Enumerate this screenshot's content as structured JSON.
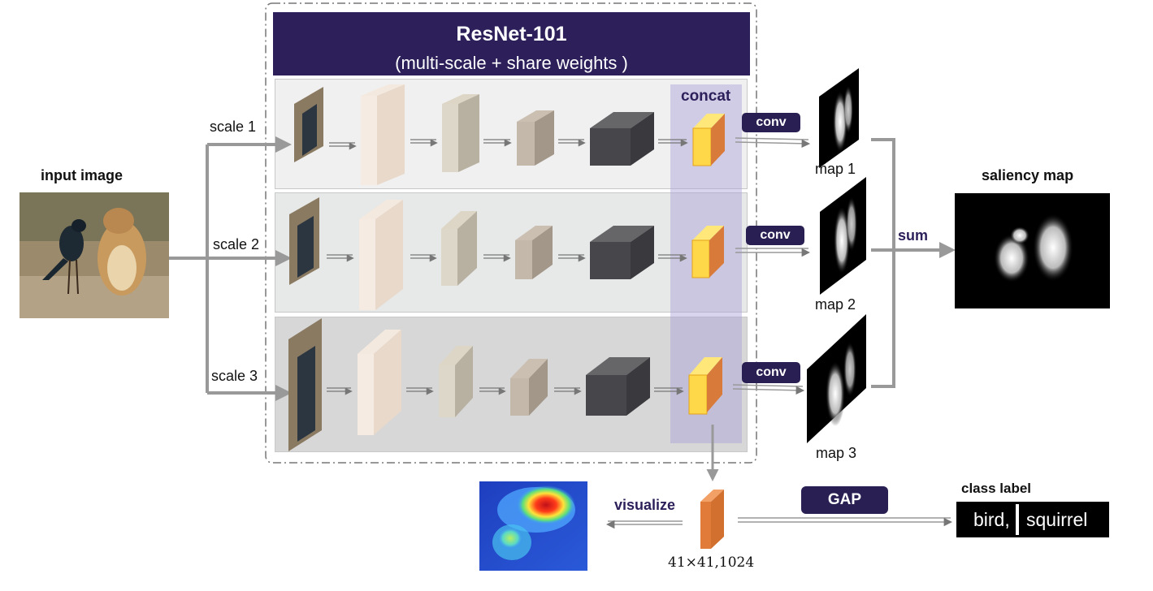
{
  "header": {
    "title": "ResNet-101",
    "subtitle": "(multi-scale + share weights )"
  },
  "concat_label": "concat",
  "input": {
    "label": "input image"
  },
  "scales": [
    "scale 1",
    "scale 2",
    "scale 3"
  ],
  "conv_label": "conv",
  "maps": [
    "map 1",
    "map 2",
    "map 3"
  ],
  "sum_label": "sum",
  "saliency": {
    "label": "saliency map"
  },
  "visualize_label": "visualize",
  "feature_size": "41×41,1024",
  "gap_label": "GAP",
  "class_label": {
    "title": "class label",
    "values": [
      "bird,",
      "squirrel"
    ]
  },
  "colors": {
    "header_bg": "#2c1f5a",
    "pill_bg": "#2a1f52",
    "concat_overlay": "#aaa0d7",
    "arrow": "#999999",
    "feature_yellow": "#ffd84a",
    "feature_orange": "#e07b39"
  }
}
